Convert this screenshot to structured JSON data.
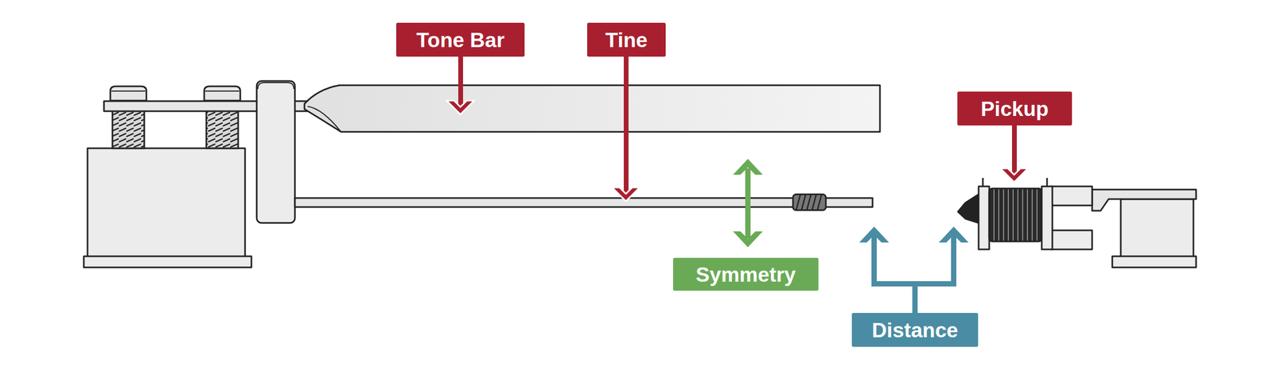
{
  "diagram": {
    "nodes": [
      {
        "text": [
          "Tone Bar"
        ]
      },
      {
        "text": [
          "Tine"
        ]
      },
      {
        "text": [
          "Pickup"
        ]
      },
      {
        "text": [
          "Symmetry"
        ]
      },
      {
        "text": [
          "Distance"
        ]
      }
    ]
  }
}
